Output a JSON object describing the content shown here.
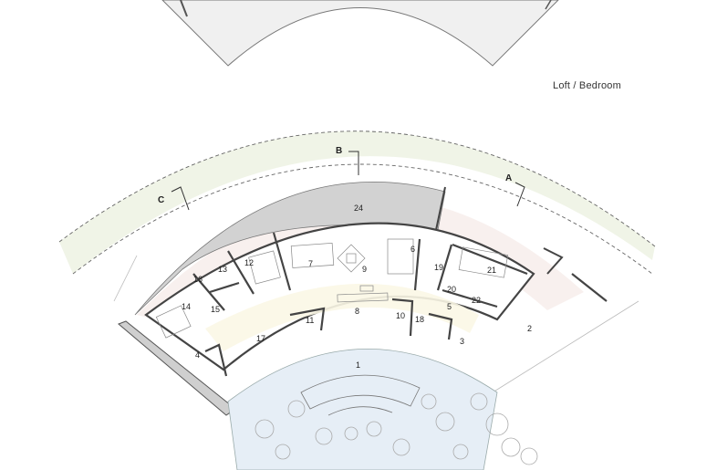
{
  "caption": "Loft / Bedroom",
  "sections": [
    {
      "id": "A",
      "label": "A"
    },
    {
      "id": "B",
      "label": "B"
    },
    {
      "id": "C",
      "label": "C"
    }
  ],
  "rooms": [
    "1",
    "2",
    "3",
    "4",
    "5",
    "6",
    "7",
    "8",
    "9",
    "10",
    "11",
    "12",
    "13",
    "14",
    "15",
    "16",
    "17",
    "18",
    "19",
    "20",
    "21",
    "22",
    "24"
  ],
  "colors": {
    "grass": "#eef3e4",
    "pool": "#e6eef6",
    "deck_warm": "#f6ecea",
    "upper_plan": "#f0f0f0",
    "walls": "#444444",
    "roof": "#d2d2d2"
  }
}
